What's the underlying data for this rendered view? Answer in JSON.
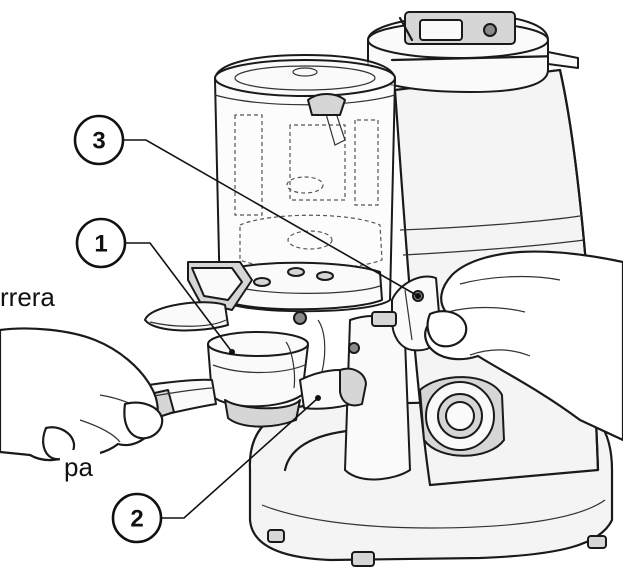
{
  "labels": {
    "left_text_top": "rrera",
    "left_text_bottom": "pa"
  },
  "callouts": [
    {
      "number": "1",
      "target": "portafilter-basket"
    },
    {
      "number": "2",
      "target": "filter-holder-support"
    },
    {
      "number": "3",
      "target": "dosing-lever"
    }
  ],
  "colors": {
    "line": "#1a1a1a",
    "body_fill": "#f4f4f4",
    "shade_fill": "#d6d6d6"
  }
}
